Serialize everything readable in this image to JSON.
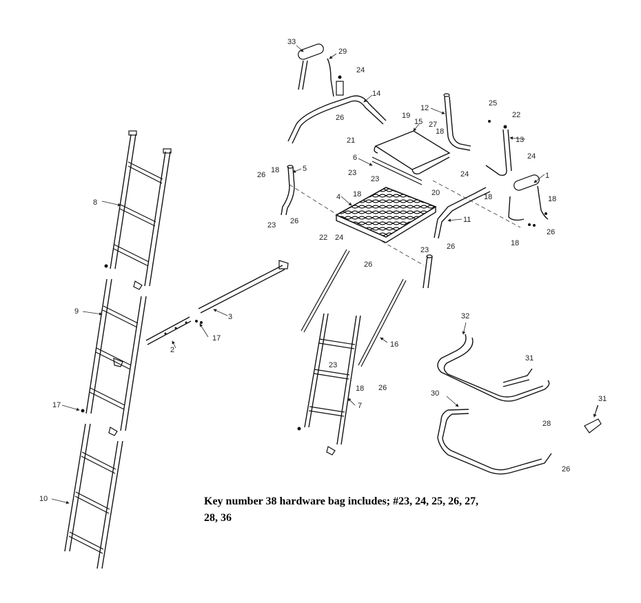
{
  "caption": "Key number 38 hardware bag includes; #23, 24, 25, 26, 27, 28, 36",
  "callouts": {
    "c1": "1",
    "c2": "2",
    "c3": "3",
    "c4": "4",
    "c5": "5",
    "c6": "6",
    "c7": "7",
    "c8": "8",
    "c9": "9",
    "c10": "10",
    "c11": "11",
    "c12": "12",
    "c13": "13",
    "c14": "14",
    "c15": "15",
    "c16": "16",
    "c17a": "17",
    "c17b": "17",
    "c18a": "18",
    "c18b": "18",
    "c18c": "18",
    "c18d": "18",
    "c18e": "18",
    "c18f": "18",
    "c18g": "18",
    "c19": "19",
    "c20": "20",
    "c21": "21",
    "c22a": "22",
    "c22b": "22",
    "c23a": "23",
    "c23b": "23",
    "c23c": "23",
    "c23d": "23",
    "c23e": "23",
    "c24a": "24",
    "c24b": "24",
    "c24c": "24",
    "c24d": "24",
    "c25": "25",
    "c26a": "26",
    "c26b": "26",
    "c26c": "26",
    "c26d": "26",
    "c26e": "26",
    "c26f": "26",
    "c26g": "26",
    "c26h": "26",
    "c27": "27",
    "c28": "28",
    "c29": "29",
    "c30": "30",
    "c31a": "31",
    "c31b": "31",
    "c32": "32",
    "c33": "33"
  },
  "colors": {
    "line": "#111111",
    "background": "#ffffff"
  }
}
